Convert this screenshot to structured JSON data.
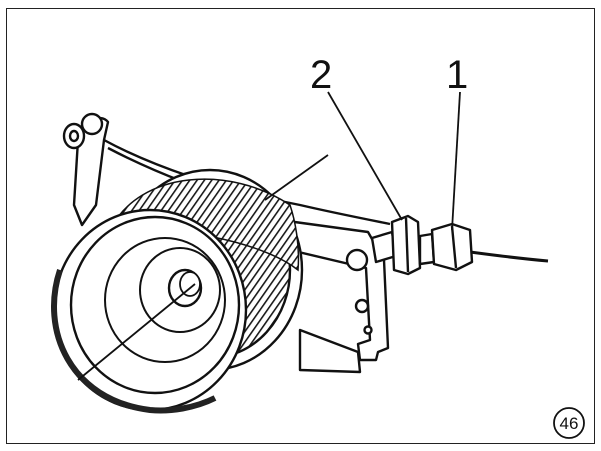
{
  "diagram": {
    "callouts": [
      {
        "id": "1",
        "label": "1"
      },
      {
        "id": "2",
        "label": "2"
      }
    ],
    "figure_number": "46",
    "colors": {
      "line": "#111111",
      "background": "#ffffff",
      "knurl": "#2a2a2a"
    }
  }
}
